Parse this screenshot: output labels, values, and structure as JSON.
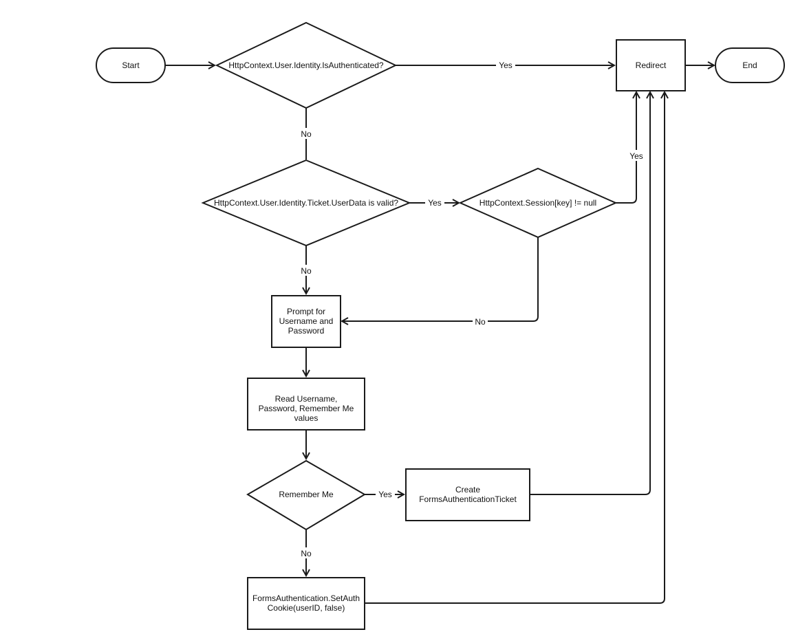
{
  "nodes": {
    "start": {
      "text": [
        "Start"
      ]
    },
    "is_authenticated": {
      "text": [
        "HttpContext.User.Identity.IsAuthenticated?"
      ]
    },
    "redirect": {
      "text": [
        "Redirect"
      ]
    },
    "end": {
      "text": [
        "End"
      ]
    },
    "userdata_valid": {
      "text": [
        "HttpContext.User.Identity.Ticket.UserData is valid?"
      ]
    },
    "session_not_null": {
      "text": [
        "HttpContext.Session[key] != null"
      ]
    },
    "prompt": {
      "text": [
        "Prompt for",
        "Username and",
        "Password"
      ]
    },
    "read_values": {
      "text": [
        "Read Username,",
        "Password, Remember Me",
        "values"
      ]
    },
    "remember_me": {
      "text": [
        "Remember Me"
      ]
    },
    "create_ticket": {
      "text": [
        "Create",
        "FormsAuthenticationTicket"
      ]
    },
    "set_auth_cookie": {
      "text": [
        "FormsAuthentication.SetAuth",
        "Cookie(userID, false)"
      ]
    }
  },
  "edge_labels": {
    "auth_yes": "Yes",
    "auth_no": "No",
    "userdata_yes": "Yes",
    "userdata_no": "No",
    "session_yes": "Yes",
    "session_no": "No",
    "remember_yes": "Yes",
    "remember_no": "No"
  }
}
